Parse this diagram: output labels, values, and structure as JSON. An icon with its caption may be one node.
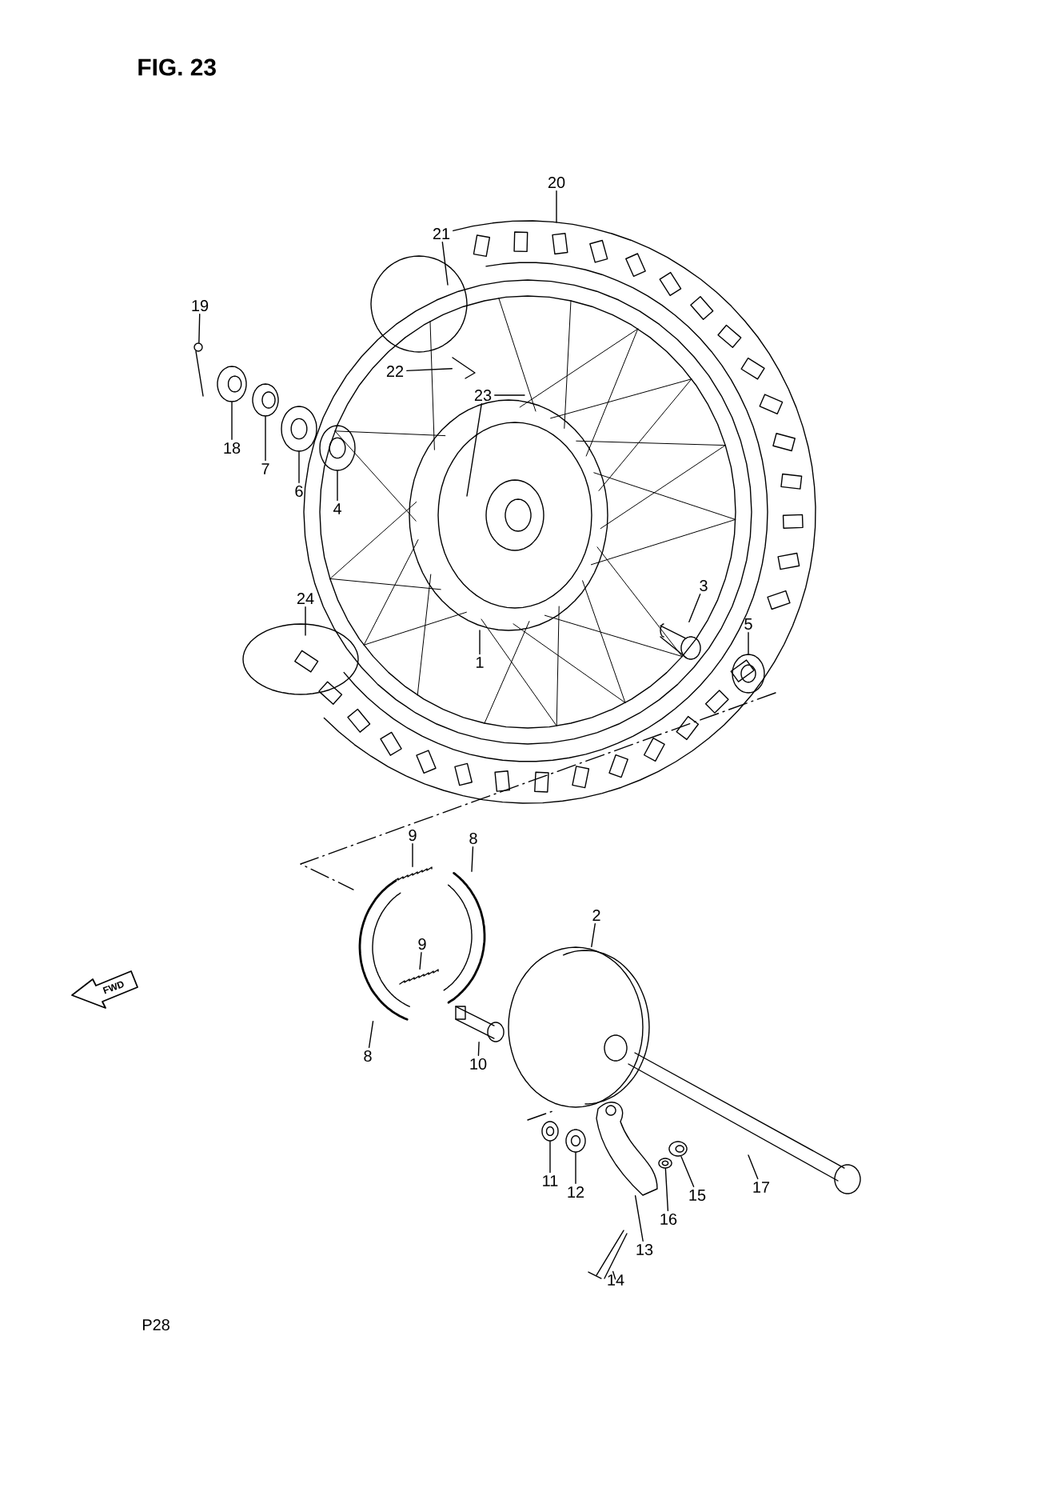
{
  "diagram": {
    "title": "FIG. 23",
    "nodes": [
      {
        "text": [
          "20"
        ]
      },
      {
        "text": [
          "21"
        ]
      },
      {
        "text": [
          "19"
        ]
      },
      {
        "text": [
          "22"
        ]
      },
      {
        "text": [
          "23"
        ]
      },
      {
        "text": [
          "18"
        ]
      },
      {
        "text": [
          "7"
        ]
      },
      {
        "text": [
          "6"
        ]
      },
      {
        "text": [
          "4"
        ]
      },
      {
        "text": [
          "24"
        ]
      },
      {
        "text": [
          "3"
        ]
      },
      {
        "text": [
          "5"
        ]
      },
      {
        "text": [
          "1"
        ]
      },
      {
        "text": [
          "9"
        ]
      },
      {
        "text": [
          "8"
        ]
      },
      {
        "text": [
          "2"
        ]
      },
      {
        "text": [
          "9"
        ]
      },
      {
        "text": [
          "8"
        ]
      },
      {
        "text": [
          "10"
        ]
      },
      {
        "text": [
          "11"
        ]
      },
      {
        "text": [
          "17"
        ]
      },
      {
        "text": [
          "12"
        ]
      },
      {
        "text": [
          "15"
        ]
      },
      {
        "text": [
          "16"
        ]
      },
      {
        "text": [
          "13"
        ]
      },
      {
        "text": [
          "14"
        ]
      },
      {
        "text": [],
        "shape": "picture"
      },
      {
        "text": [],
        "shape": "picture"
      },
      {
        "text": [],
        "shape": "picture"
      },
      {
        "text": [],
        "shape": "picture"
      },
      {
        "text": [],
        "shape": "picture"
      },
      {
        "text": [],
        "shape": "picture"
      },
      {
        "text": [],
        "shape": "picture"
      },
      {
        "text": [],
        "shape": "picture"
      },
      {
        "text": [],
        "shape": "picture"
      },
      {
        "text": [],
        "shape": "picture"
      },
      {
        "text": [],
        "shape": "picture"
      },
      {
        "text": [],
        "shape": "picture"
      },
      {
        "text": [],
        "shape": "picture"
      },
      {
        "text": [],
        "shape": "picture"
      },
      {
        "text": [],
        "shape": "picture"
      },
      {
        "text": [],
        "shape": "picture"
      },
      {
        "text": [],
        "shape": "picture"
      },
      {
        "text": [],
        "shape": "picture"
      },
      {
        "text": [],
        "shape": "picture"
      },
      {
        "text": [],
        "shape": "picture"
      }
    ],
    "edges": [
      {
        "from": 0,
        "to": null,
        "arrow": "none"
      },
      {
        "from": 1,
        "to": null,
        "arrow": "none"
      },
      {
        "from": 2,
        "to": 26,
        "arrow": "none"
      },
      {
        "from": 3,
        "to": 40,
        "arrow": "none"
      },
      {
        "from": 4,
        "to": null,
        "arrow": "none"
      },
      {
        "from": 4,
        "to": null,
        "arrow": "none"
      },
      {
        "from": 5,
        "to": 27,
        "arrow": "none"
      },
      {
        "from": 6,
        "to": 28,
        "arrow": "none"
      },
      {
        "from": 7,
        "to": 29,
        "arrow": "none"
      },
      {
        "from": 8,
        "to": 30,
        "arrow": "none"
      },
      {
        "from": 9,
        "to": null,
        "arrow": "none"
      },
      {
        "from": 10,
        "to": 31,
        "arrow": "none"
      },
      {
        "from": 11,
        "to": 32,
        "arrow": "none"
      },
      {
        "from": 12,
        "to": null,
        "arrow": "none"
      },
      {
        "from": 13,
        "to": 41,
        "arrow": "none"
      },
      {
        "from": 14,
        "to": 42,
        "arrow": "none"
      },
      {
        "from": 15,
        "to": 45,
        "arrow": "none"
      },
      {
        "from": 16,
        "to": 43,
        "arrow": "none"
      },
      {
        "from": 17,
        "to": 44,
        "arrow": "none"
      },
      {
        "from": 18,
        "to": 33,
        "arrow": "none"
      },
      {
        "from": 19,
        "to": 34,
        "arrow": "none"
      },
      {
        "from": 20,
        "to": null,
        "arrow": "none"
      },
      {
        "from": 21,
        "to": 35,
        "arrow": "none"
      },
      {
        "from": 22,
        "to": 37,
        "arrow": "none"
      },
      {
        "from": 23,
        "to": 38,
        "arrow": "none"
      },
      {
        "from": 24,
        "to": 36,
        "arrow": "none"
      },
      {
        "from": 25,
        "to": 39,
        "arrow": "none"
      }
    ],
    "labels": [
      "FWD",
      "P28"
    ]
  }
}
